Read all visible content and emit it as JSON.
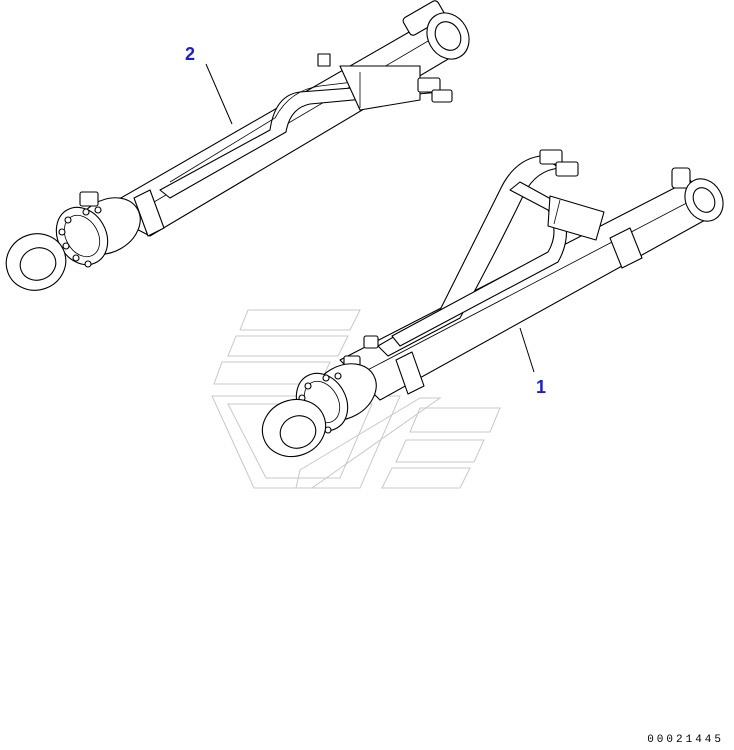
{
  "callouts": [
    {
      "id": "1",
      "label": "1"
    },
    {
      "id": "2",
      "label": "2"
    }
  ],
  "drawing_number": "00021445",
  "colors": {
    "callout": "#1a1adc",
    "line": "#000000",
    "watermark": "#c8c8c8"
  }
}
